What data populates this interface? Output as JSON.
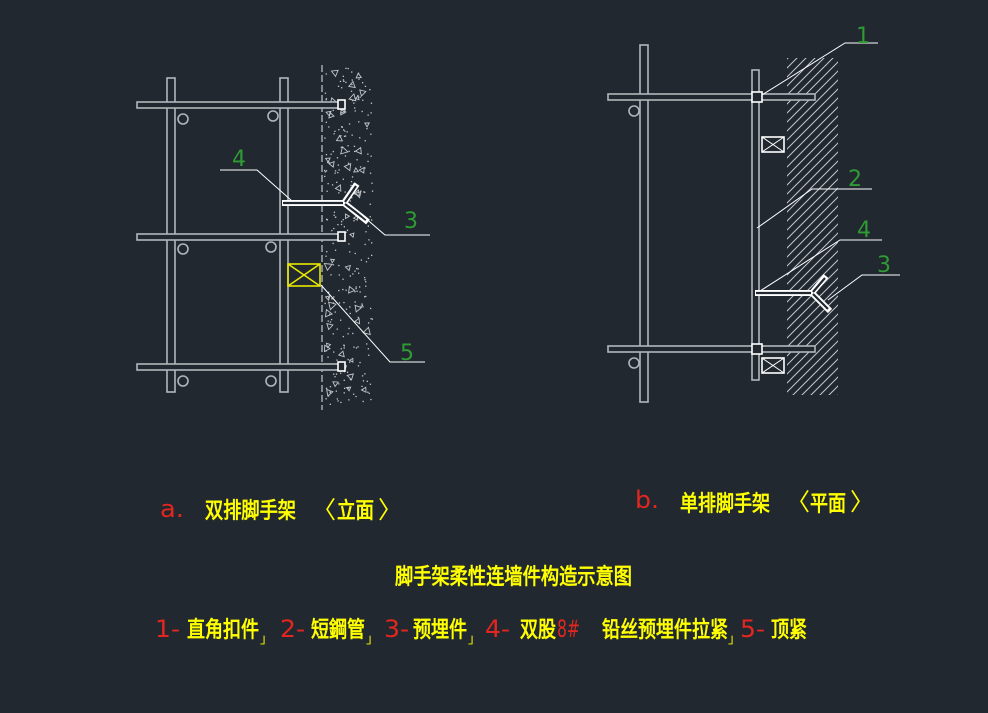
{
  "colors": {
    "background": "#212830",
    "tube": "#b2b6ba",
    "hardware": "#ffffff",
    "callout": "#2f9b33",
    "caption_red": "#e3261f",
    "caption_yellow": "#ffff00",
    "fastener_box": "#e8e800",
    "hatch": "#c4c7ca"
  },
  "drawing_a": {
    "callouts": {
      "c4": "4",
      "c3": "3",
      "c5": "5"
    },
    "caption": {
      "prefix": "a.",
      "name": "双排脚手架",
      "open": "〈",
      "view": "立面",
      "close": "〉"
    }
  },
  "drawing_b": {
    "callouts": {
      "c1": "1",
      "c2": "2",
      "c4": "4",
      "c3": "3"
    },
    "caption": {
      "prefix": "b.",
      "name": "单排脚手架",
      "open": "〈",
      "view": "平面",
      "close": "〉"
    }
  },
  "title": "脚手架柔性连墙件构造示意图",
  "legend": [
    {
      "num": "1-",
      "label": "直角扣件",
      "sep": "」"
    },
    {
      "num": "2-",
      "label": "短鋼管",
      "sep": "」"
    },
    {
      "num": "3-",
      "label": "预埋件",
      "sep": "」"
    },
    {
      "num": "4-",
      "label": "双股",
      "spec": "8#",
      "label2": "铅丝预埋件拉紧",
      "sep": "」"
    },
    {
      "num": "5-",
      "label": "顶紧"
    }
  ]
}
